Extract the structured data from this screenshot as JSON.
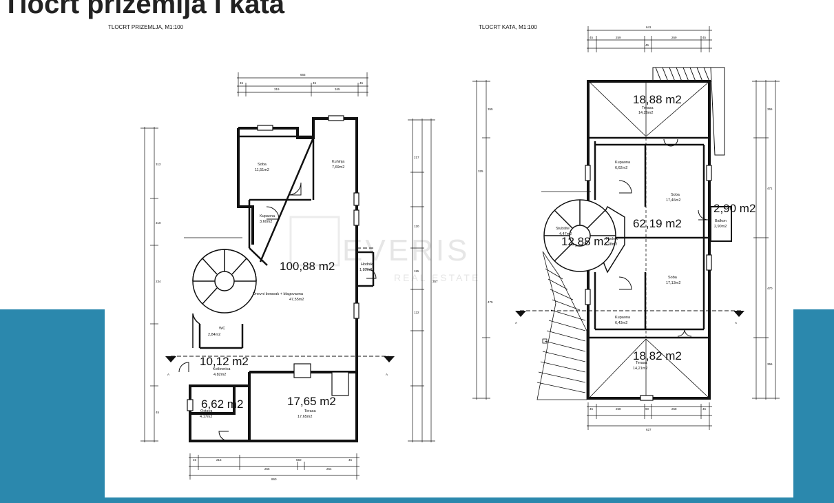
{
  "slide": {
    "title": "Tlocrt prizemlja i kata",
    "accent_color": "#2b88ad"
  },
  "ground_floor": {
    "caption": "TLOCRT PRIZEMLJA, M1:100",
    "total_area": "100,88 m2",
    "terrace_area": "17,65 m2",
    "boiler_area": "10,12 m2",
    "storage_area": "6,62 m2",
    "rooms": [
      {
        "name": "Soba",
        "area": "11,51m2"
      },
      {
        "name": "Kuhinja",
        "area": "7,69m2"
      },
      {
        "name": "Kupaona",
        "area": "3,60m2"
      },
      {
        "name": "Hodnik",
        "area": "1,80m2"
      },
      {
        "name": "Dnevni boravak + blagovaona",
        "area": "47,55m2"
      },
      {
        "name": "WC",
        "area": "2,84m2"
      },
      {
        "name": "Kotlovnica",
        "area": "4,82m2"
      },
      {
        "name": "Ostava",
        "area": "4,17m2"
      },
      {
        "name": "Terasa",
        "area": "17,65m2"
      }
    ],
    "section_mark": "A",
    "dims_top": [
      "665",
      "45",
      "319",
      "45",
      "345",
      "45"
    ],
    "dims_bottom": [
      "45",
      "215",
      "550",
      "45",
      "256",
      "254",
      "860"
    ],
    "dims_left": [
      "312",
      "310",
      "234",
      "45"
    ],
    "dims_right": [
      "217",
      "120",
      "115",
      "122",
      "357"
    ]
  },
  "upper_floor": {
    "caption": "TLOCRT KATA, M1:100",
    "total_area": "62,19 m2",
    "terrace_top_area": "18,88 m2",
    "terrace_bottom_area": "18,82 m2",
    "balcony_area": "2,90 m2",
    "stair_area": "12,88 m2",
    "rooms": [
      {
        "name": "Terasa",
        "area": "14,26m2"
      },
      {
        "name": "Kupaona",
        "area": "6,62m2"
      },
      {
        "name": "Soba",
        "area": "17,46m2"
      },
      {
        "name": "Stubište",
        "area": "4,47m2"
      },
      {
        "name": "Hodnik",
        "area": "5,28m2"
      },
      {
        "name": "Balkon",
        "area": "2,90m2"
      },
      {
        "name": "Soba",
        "area": "17,13m2"
      },
      {
        "name": "Kupaona",
        "area": "6,43m2"
      },
      {
        "name": "Terasa",
        "area": "14,21m2"
      }
    ],
    "section_mark": "A",
    "dims_top": [
      "641",
      "45",
      "259",
      "45",
      "269",
      "45"
    ],
    "dims_bottom": [
      "45",
      "258",
      "90",
      "258",
      "45",
      "627"
    ],
    "dims_left": [
      "355",
      "325",
      "475"
    ],
    "dims_right": [
      "355",
      "471",
      "470",
      "356"
    ]
  },
  "watermark": {
    "brand": "EVERIS",
    "tagline": "REAL ESTATE"
  }
}
